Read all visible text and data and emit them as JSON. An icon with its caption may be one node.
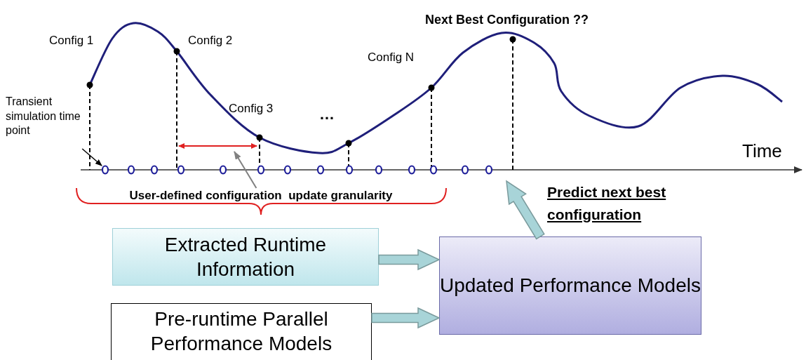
{
  "diagram": {
    "nodes": [
      {
        "text": [
          "Transient simulation time point"
        ]
      },
      {
        "text": [
          "User-defined configuration  update granularity"
        ]
      },
      {
        "text": [
          "Extracted Runtime Information"
        ]
      },
      {
        "text": [
          "Pre-runtime Parallel Performance Models"
        ]
      },
      {
        "text": [
          "Updated Performance Models"
        ]
      },
      {
        "text": [],
        "shape": "circle"
      }
    ],
    "edges": [
      {
        "from": 0,
        "to": 5,
        "arrow": "to",
        "color": "#000000"
      },
      {
        "from": 1,
        "to": null,
        "arrow": "to",
        "color": "#808080"
      },
      {
        "from": 2,
        "to": 4,
        "arrow": "to"
      },
      {
        "from": 3,
        "to": 4,
        "arrow": "to"
      },
      {
        "from": 4,
        "to": null,
        "arrow": "to",
        "label": "Predict next best configuration"
      }
    ],
    "labels": [
      "Config 1",
      "Config 2",
      "Config 3",
      "…",
      "Config N",
      "Next Best Configuration ??",
      "Time"
    ]
  }
}
